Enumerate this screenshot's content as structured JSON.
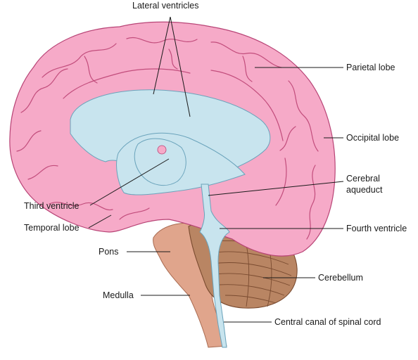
{
  "labels": {
    "lateral_ventricles": "Lateral ventricles",
    "parietal_lobe": "Parietal lobe",
    "occipital_lobe": "Occipital lobe",
    "cerebral_aqueduct_line1": "Cerebral",
    "cerebral_aqueduct_line2": "aqueduct",
    "third_ventricle": "Third ventricle",
    "temporal_lobe": "Temporal lobe",
    "fourth_ventricle": "Fourth ventricle",
    "pons": "Pons",
    "cerebellum": "Cerebellum",
    "medulla": "Medulla",
    "central_canal": "Central canal of spinal cord"
  },
  "colors": {
    "cerebrum": "#f6aac8",
    "cerebrum_outline": "#b84476",
    "ventricles": "#c8e4ee",
    "brainstem": "#e0a58c",
    "cerebellum": "#b98563",
    "text": "#1a1a1a"
  }
}
